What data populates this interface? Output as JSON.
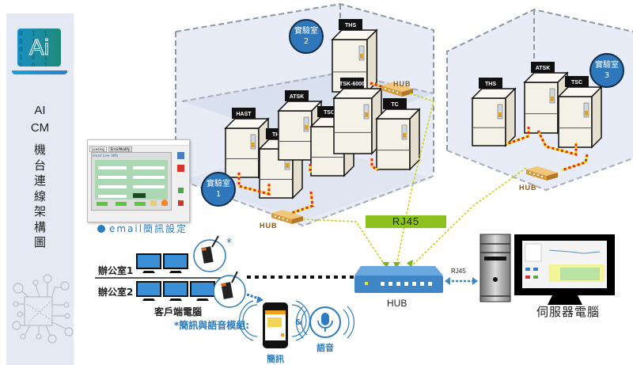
{
  "sidebar": {
    "logo_text": "Ai",
    "logo_bits": "0 1 1 0 1 1 0 1 0 1 0 1 1 0 1 0 0 1 1 0 1 0 1 1 0 1 0 1 0 1 0 0 1 1",
    "title_en_1": "AI",
    "title_en_2": "CM",
    "title_zh": [
      "機",
      "台",
      "連",
      "線",
      "架",
      "構",
      "圖"
    ],
    "icon": "circuit-chip-icon"
  },
  "labs": [
    {
      "name_line1": "實驗室",
      "name_line2": "1",
      "machines": [
        "HAST",
        "THS",
        "ATSK",
        "TSC"
      ]
    },
    {
      "name_line1": "實驗室",
      "name_line2": "2",
      "machines": [
        "THS",
        "TSK-6000",
        "TC"
      ]
    },
    {
      "name_line1": "實驗室",
      "name_line2": "3",
      "machines": [
        "THS",
        "ATSK",
        "TSC"
      ]
    }
  ],
  "hub_label": "HUB",
  "rj45_banner": "RJ45",
  "rj45_small": "RJ45",
  "main_hub_label": "HUB",
  "server_label": "伺服器電腦",
  "email": {
    "label": "email簡訊設定",
    "tabs": [
      "Loading",
      "Error/Modify"
    ],
    "sub_tabs": [
      "Email",
      "Line",
      "SMS"
    ]
  },
  "offices": [
    {
      "label": "辦公室1",
      "monitors": 2
    },
    {
      "label": "辦公室2",
      "monitors": 3
    }
  ],
  "client_label": "客戶端電腦",
  "module_label": "*簡訊與語音模組:",
  "sms_label": "簡訊",
  "voice_label": "語音",
  "module_link": "&",
  "colors": {
    "lab_circle": "#2e77bb",
    "rj45_green": "#8cc21f",
    "hub_blue": "#3f86c6",
    "accent_blue": "#2b7bc0",
    "cable_red_yellow": "#e8241f",
    "cable_yellow": "#e6e61a"
  }
}
